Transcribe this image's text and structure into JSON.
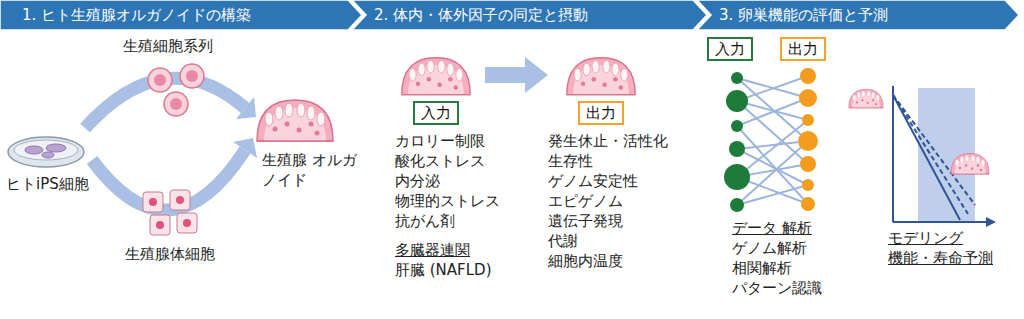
{
  "diagram": {
    "nodes": [
      {
        "text": [
          "1. ヒト生殖腺オルガノイドの構築"
        ]
      },
      {
        "text": [
          "2. 体内・体外因子の同定と摂動"
        ]
      },
      {
        "text": [
          "3. 卵巣機能の評価と予測"
        ]
      },
      {
        "text": [
          "入力"
        ]
      },
      {
        "text": [
          "出力"
        ]
      },
      {
        "text": [
          "入力"
        ]
      },
      {
        "text": [
          "出力"
        ]
      }
    ],
    "labels": [
      "生殖細胞系列",
      "ヒトiPS細胞",
      "生殖腺体細胞",
      "生殖腺 オルガノイド",
      "カロリー制限",
      "酸化ストレス",
      "内分泌",
      "物理的ストレス",
      "抗がん剤",
      "多臓器連関",
      "肝臓 (NAFLD)",
      "発生休止・活性化",
      "生存性",
      "ゲノム安定性",
      "エピゲノム",
      "遺伝子発現",
      "代謝",
      "細胞内温度",
      "データ 解析",
      "ゲノム解析",
      "相関解析",
      "パターン認識",
      "モデリング",
      "機能・寿命予測"
    ]
  }
}
